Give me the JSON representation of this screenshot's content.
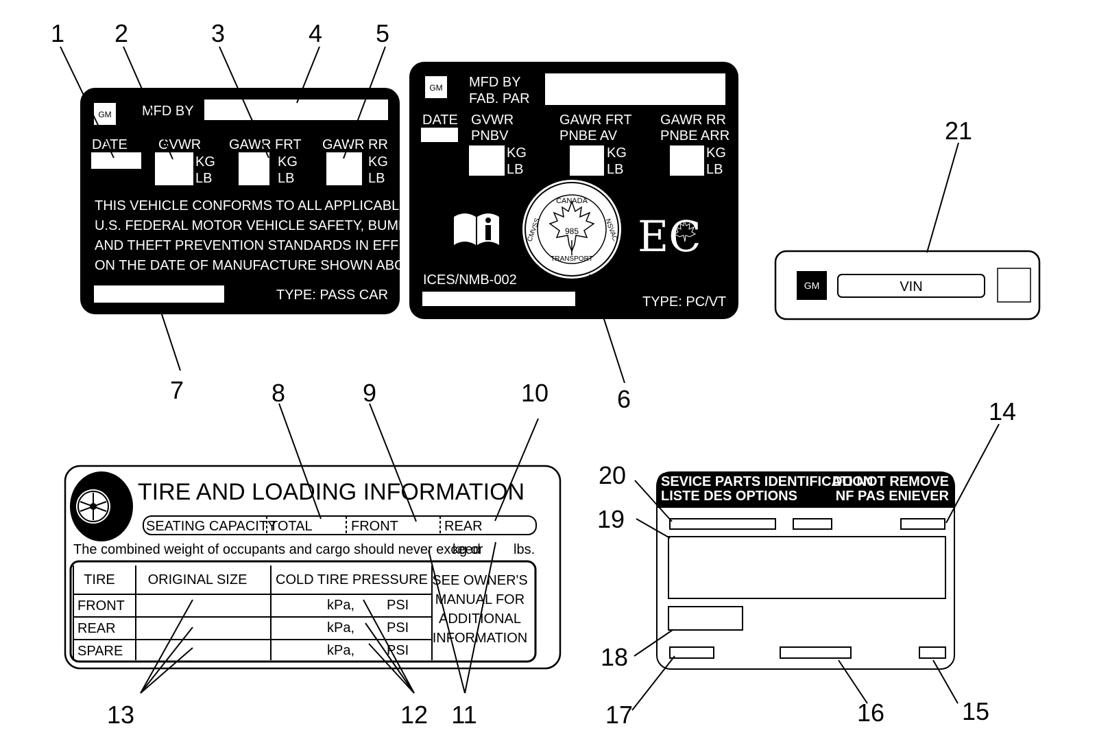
{
  "callouts": [
    "1",
    "2",
    "3",
    "4",
    "5",
    "6",
    "7",
    "8",
    "9",
    "10",
    "11",
    "12",
    "13",
    "14",
    "15",
    "16",
    "17",
    "18",
    "19",
    "20",
    "21"
  ],
  "label_a": {
    "gm": "GM",
    "mfd_by": "MFD BY",
    "date": "DATE",
    "gvwr": "GVWR",
    "gawr_frt": "GAWR FRT",
    "gawr_rr": "GAWR RR",
    "kg": "KG",
    "lb": "LB",
    "statement": [
      "THIS VEHICLE CONFORMS TO ALL APPLICABLE",
      "U.S. FEDERAL MOTOR VEHICLE SAFETY, BUMPER",
      "AND THEFT PREVENTION STANDARDS IN EFFECT",
      "ON THE DATE OF MANUFACTURE SHOWN ABOVE."
    ],
    "type": "TYPE:  PASS CAR"
  },
  "label_b": {
    "gm": "GM",
    "mfd_by": "MFD BY",
    "fab_par": "FAB. PAR",
    "date": "DATE",
    "gvwr": "GVWR",
    "pnbv": "PNBV",
    "gawr_frt": "GAWR FRT",
    "pnbe_av": "PNBE  AV",
    "gawr_rr": "GAWR RR",
    "pnbe_arr": "PNBE ARR",
    "kg": "KG",
    "lb": "LB",
    "seal_top": "CANADA",
    "seal_left": "CMVSS",
    "seal_right": "NSVAC",
    "seal_bottom": "TRANSPORT",
    "seal_num": "985",
    "ec": "EC",
    "ices": "ICES/NMB-002",
    "type": "TYPE:  PC/VT"
  },
  "vin_label": {
    "gm": "GM",
    "vin": "VIN"
  },
  "tire_label": {
    "title": "TIRE AND LOADING INFORMATION",
    "seating": "SEATING CAPACITY",
    "total": "TOTAL",
    "front": "FRONT",
    "rear": "REAR",
    "combined": "The combined weight of occupants and cargo should never exceed",
    "kg_or": "kg or",
    "lbs": "lbs.",
    "headers": [
      "TIRE",
      "ORIGINAL SIZE",
      "COLD TIRE PRESSURE"
    ],
    "rows": [
      "FRONT",
      "REAR",
      "SPARE"
    ],
    "kpa": "kPa,",
    "psi": "PSI",
    "see_owner": [
      "SEE OWNER'S",
      "MANUAL FOR",
      "ADDITIONAL",
      "INFORMATION"
    ]
  },
  "service_label": {
    "line1": "SEVICE PARTS IDENTIFICATION",
    "line2": "LISTE DES OPTIONS",
    "line3": "DO NOT REMOVE",
    "line4": "NF PAS ENIEVER"
  }
}
